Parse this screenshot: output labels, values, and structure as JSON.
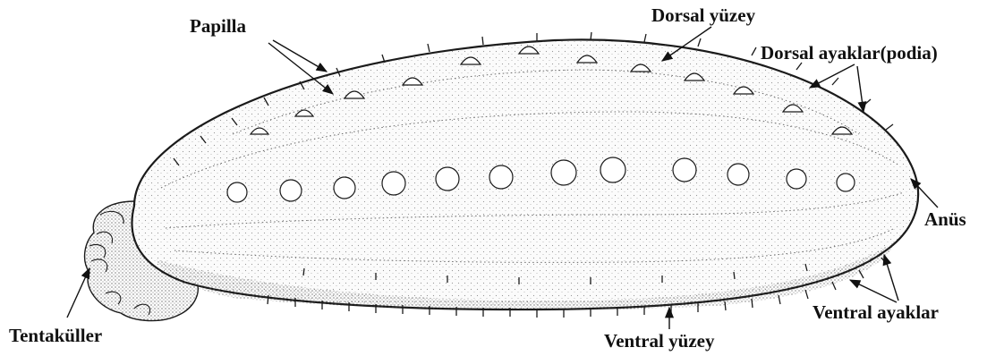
{
  "labels": {
    "papilla": "Papilla",
    "dorsal_surface": "Dorsal yüzey",
    "dorsal_feet": "Dorsal ayaklar(podia)",
    "anus": "Anüs",
    "ventral_feet": "Ventral ayaklar",
    "ventral_surface": "Ventral yüzey",
    "tentacles": "Tentaküller"
  }
}
